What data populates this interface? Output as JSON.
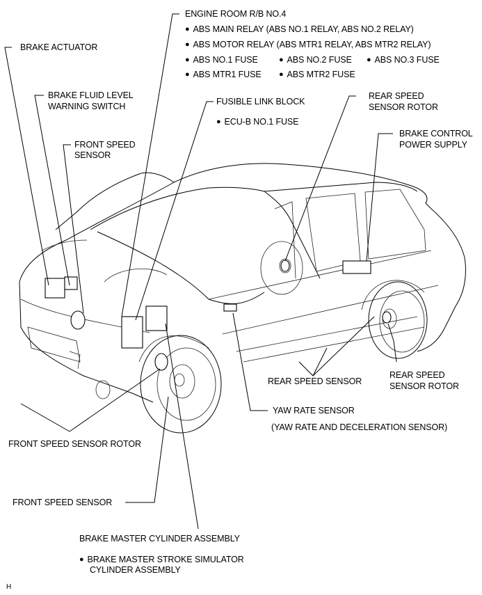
{
  "diagram": {
    "type": "component-location",
    "subject": "Brake control system parts location",
    "labels": {
      "engine_room_rb": "ENGINE ROOM R/B NO.4",
      "engine_room_items": [
        {
          "text": "ABS MAIN RELAY",
          "note": "(ABS NO.1 RELAY, ABS NO.2 RELAY)"
        },
        {
          "text": "ABS MOTOR RELAY",
          "note": "(ABS MTR1 RELAY, ABS MTR2 RELAY)"
        },
        {
          "text": "ABS NO.1 FUSE"
        },
        {
          "text": "ABS NO.2 FUSE"
        },
        {
          "text": "ABS NO.3 FUSE"
        },
        {
          "text": "ABS MTR1 FUSE"
        },
        {
          "text": "ABS MTR2 FUSE"
        }
      ],
      "brake_actuator": "BRAKE ACTUATOR",
      "brake_fluid_level_1": "BRAKE FLUID LEVEL",
      "brake_fluid_level_2": "WARNING SWITCH",
      "front_speed_sensor_top_1": "FRONT SPEED",
      "front_speed_sensor_top_2": "SENSOR",
      "fusible_link_block": "FUSIBLE LINK BLOCK",
      "fusible_link_items": [
        "ECU-B NO.1 FUSE"
      ],
      "rear_speed_sensor_rotor_top_1": "REAR SPEED",
      "rear_speed_sensor_rotor_top_2": "SENSOR ROTOR",
      "brake_control_power_supply_1": "BRAKE CONTROL",
      "brake_control_power_supply_2": "POWER SUPPLY",
      "rear_speed_sensor": "REAR SPEED SENSOR",
      "rear_speed_sensor_rotor_bottom_1": "REAR SPEED",
      "rear_speed_sensor_rotor_bottom_2": "SENSOR ROTOR",
      "yaw_rate_sensor": "YAW RATE SENSOR",
      "yaw_rate_sensor_note": "(YAW RATE AND DECELERATION SENSOR)",
      "front_speed_sensor_rotor": "FRONT SPEED SENSOR ROTOR",
      "front_speed_sensor_bottom": "FRONT SPEED SENSOR",
      "brake_master_cylinder": "BRAKE MASTER CYLINDER ASSEMBLY",
      "brake_master_items_1": "BRAKE MASTER STROKE SIMULATOR",
      "brake_master_items_2": "CYLINDER ASSEMBLY",
      "figure_code": "H"
    }
  }
}
